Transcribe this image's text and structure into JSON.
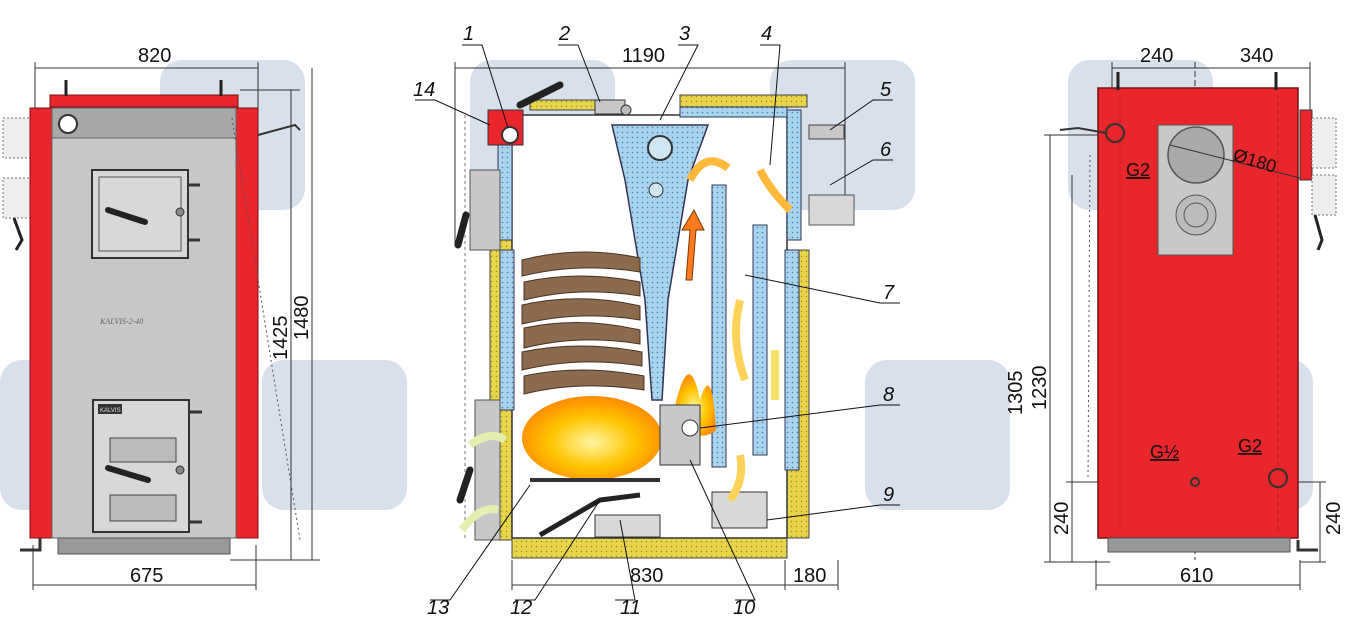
{
  "dimensions": {
    "front": {
      "top_width": "820",
      "bottom_width": "675",
      "height_inner": "1425",
      "height_outer": "1480"
    },
    "section": {
      "total_width": "1190",
      "bottom_body": "830",
      "bottom_right": "180"
    },
    "back": {
      "top_left": "240",
      "top_right": "340",
      "height_outlet": "1305",
      "height_inlet": "1230",
      "bottom_left": "240",
      "bottom_right": "240",
      "spacing": "240",
      "bottom_width": "610"
    }
  },
  "back_labels": {
    "flue": "Ø180",
    "outlet": "G2",
    "inlet": "G2",
    "drain": "G½"
  },
  "callouts": [
    "1",
    "2",
    "3",
    "4",
    "5",
    "6",
    "7",
    "8",
    "9",
    "10",
    "11",
    "12",
    "13",
    "14"
  ],
  "nameplate": {
    "model": "KALVIS-2-40",
    "brand": "KALVIS"
  },
  "colors": {
    "boiler_red": "#e8262b",
    "body_gray": "#c8c8c8",
    "insulation": "#e8d44a",
    "water_jacket": "#a8d4ee",
    "fire": "#ffb000",
    "wood": "#8b6a4e"
  }
}
